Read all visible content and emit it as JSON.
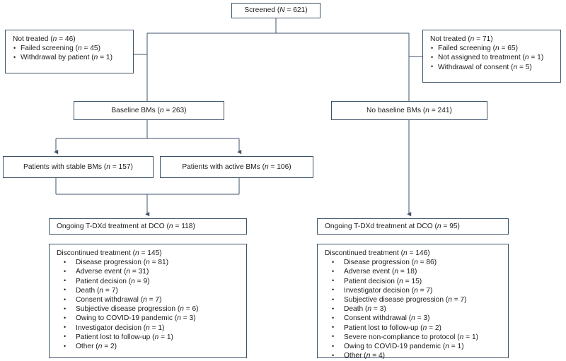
{
  "diagram": {
    "type": "consort-flowchart",
    "title": "Patient disposition flow diagram",
    "colors": {
      "border": "#3e5369",
      "text": "#1c1c1c",
      "background": "#ffffff",
      "connector": "#3e5369"
    },
    "nodes": {
      "screened": {
        "label": "Screened (N = 621)",
        "n": 621
      },
      "not_treated_left": {
        "title": "Not treated (n = 46)",
        "n": 46,
        "items": [
          "Failed screening (n = 45)",
          "Withdrawal by patient (n = 1)"
        ]
      },
      "not_treated_right": {
        "title": "Not treated (n = 71)",
        "n": 71,
        "items": [
          "Failed screening (n = 65)",
          "Not assigned to treatment (n = 1)",
          "Withdrawal of consent (n = 5)"
        ]
      },
      "baseline_bms": {
        "label": "Baseline BMs (n = 263)",
        "n": 263
      },
      "no_baseline_bms": {
        "label": "No baseline BMs (n = 241)",
        "n": 241
      },
      "stable_bms": {
        "label": "Patients with stable BMs (n = 157)",
        "n": 157
      },
      "active_bms": {
        "label": "Patients with active BMs (n = 106)",
        "n": 106
      },
      "ongoing_left": {
        "label": "Ongoing T-DXd treatment at DCO (n = 118)",
        "n": 118
      },
      "ongoing_right": {
        "label": "Ongoing T-DXd treatment at DCO (n = 95)",
        "n": 95
      },
      "discontinued_left": {
        "title": "Discontinued treatment (n = 145)",
        "n": 145,
        "items": [
          "Disease progression (n = 81)",
          "Adverse event (n = 31)",
          "Patient decision (n = 9)",
          "Death (n = 7)",
          "Consent withdrawal (n = 7)",
          "Subjective disease progression (n = 6)",
          "Owing to COVID-19 pandemic (n = 3)",
          "Investigator decision (n = 1)",
          "Patient lost to follow-up (n = 1)",
          "Other (n = 2)"
        ]
      },
      "discontinued_right": {
        "title": "Discontinued treatment (n = 146)",
        "n": 146,
        "items": [
          "Disease progression (n = 86)",
          "Adverse event (n = 18)",
          "Patient decision (n = 15)",
          "Investigator decision (n = 7)",
          "Subjective disease progression (n = 7)",
          "Death (n = 3)",
          "Consent withdrawal (n = 3)",
          "Patient lost to follow-up (n = 2)",
          "Severe non-compliance to protocol (n = 1)",
          "Owing to COVID-19 pandemic (n = 1)",
          "Other (n  = 4)"
        ]
      }
    }
  }
}
